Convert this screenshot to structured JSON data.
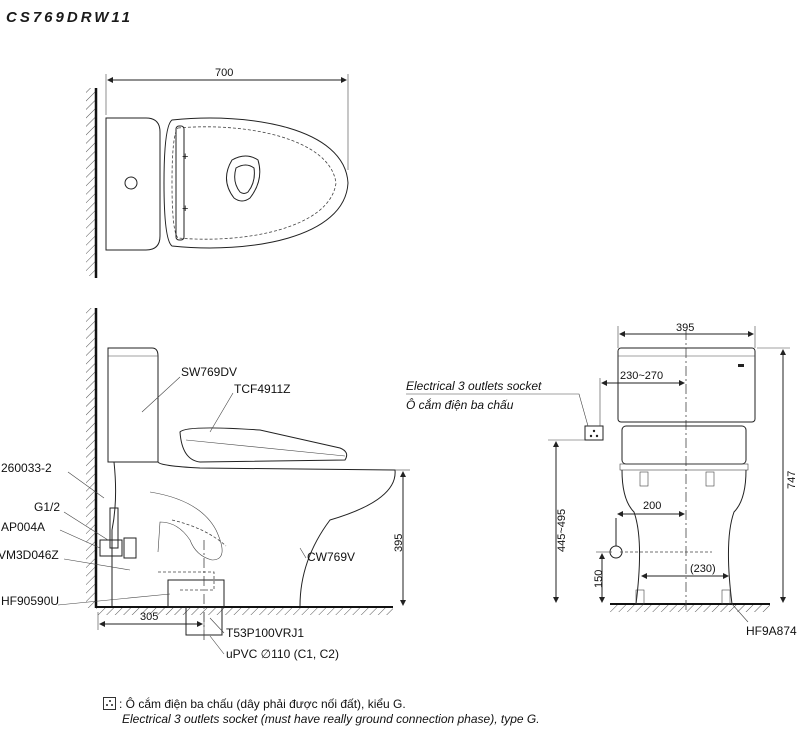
{
  "model": "CS769DRW11",
  "top_view": {
    "width_dim": "700"
  },
  "side_view": {
    "labels": {
      "tank": "SW769DV",
      "seat": "TCF4911Z",
      "hose": "260033-2",
      "thread": "G1/2",
      "valve": "AP004A",
      "fitting": "VM3D046Z",
      "flange": "HF90590U",
      "bowl": "CW769V",
      "drain_adapter": "T53P100VRJ1",
      "pipe": "uPVC ∅110 (C1, C2)"
    },
    "dims": {
      "height": "395",
      "rough_in": "305"
    }
  },
  "front_view": {
    "socket_label_en": "Electrical 3 outlets socket",
    "socket_label_vi": "Ô cắm điện ba chấu",
    "dims": {
      "width": "395",
      "socket_offset": "230~270",
      "total_height": "747",
      "socket_height": "445~495",
      "supply_offset": "200",
      "supply_height": "150",
      "bolt_spacing": "(230)"
    },
    "flange_label": "HF9A874"
  },
  "note": {
    "vi": ": Ô cắm điện ba chấu (dây phải được nối đất), kiểu G.",
    "en": "Electrical 3 outlets socket (must have really ground connection phase), type G."
  }
}
